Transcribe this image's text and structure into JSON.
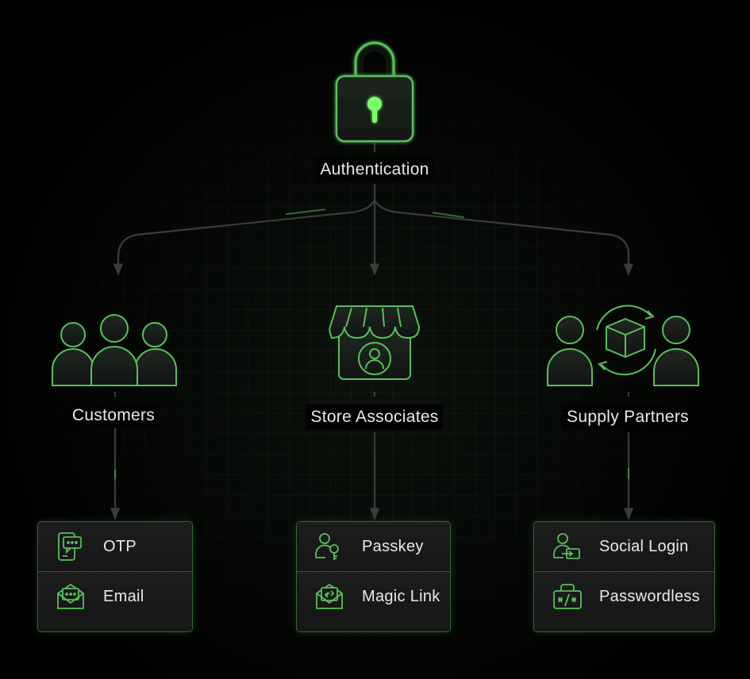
{
  "root": {
    "label": "Authentication",
    "icon": "padlock-icon"
  },
  "colors": {
    "background": "#000000",
    "accent": "#58c05a",
    "accent_bright": "#7cff6a",
    "connector": "#3a3d3a",
    "card_bg": "#171817",
    "text": "#e8e8e8"
  },
  "groups": [
    {
      "label": "Customers",
      "icon": "users-group-icon",
      "methods": [
        {
          "label": "OTP",
          "icon": "otp-chat-icon"
        },
        {
          "label": "Email",
          "icon": "email-envelope-icon"
        }
      ]
    },
    {
      "label": "Store Associates",
      "icon": "storefront-user-icon",
      "methods": [
        {
          "label": "Passkey",
          "icon": "passkey-user-icon"
        },
        {
          "label": "Magic Link",
          "icon": "magic-link-envelope-icon"
        }
      ]
    },
    {
      "label": "Supply Partners",
      "icon": "partners-exchange-icon",
      "methods": [
        {
          "label": "Social Login",
          "icon": "social-login-icon"
        },
        {
          "label": "Passwordless",
          "icon": "passwordless-icon"
        }
      ]
    }
  ]
}
